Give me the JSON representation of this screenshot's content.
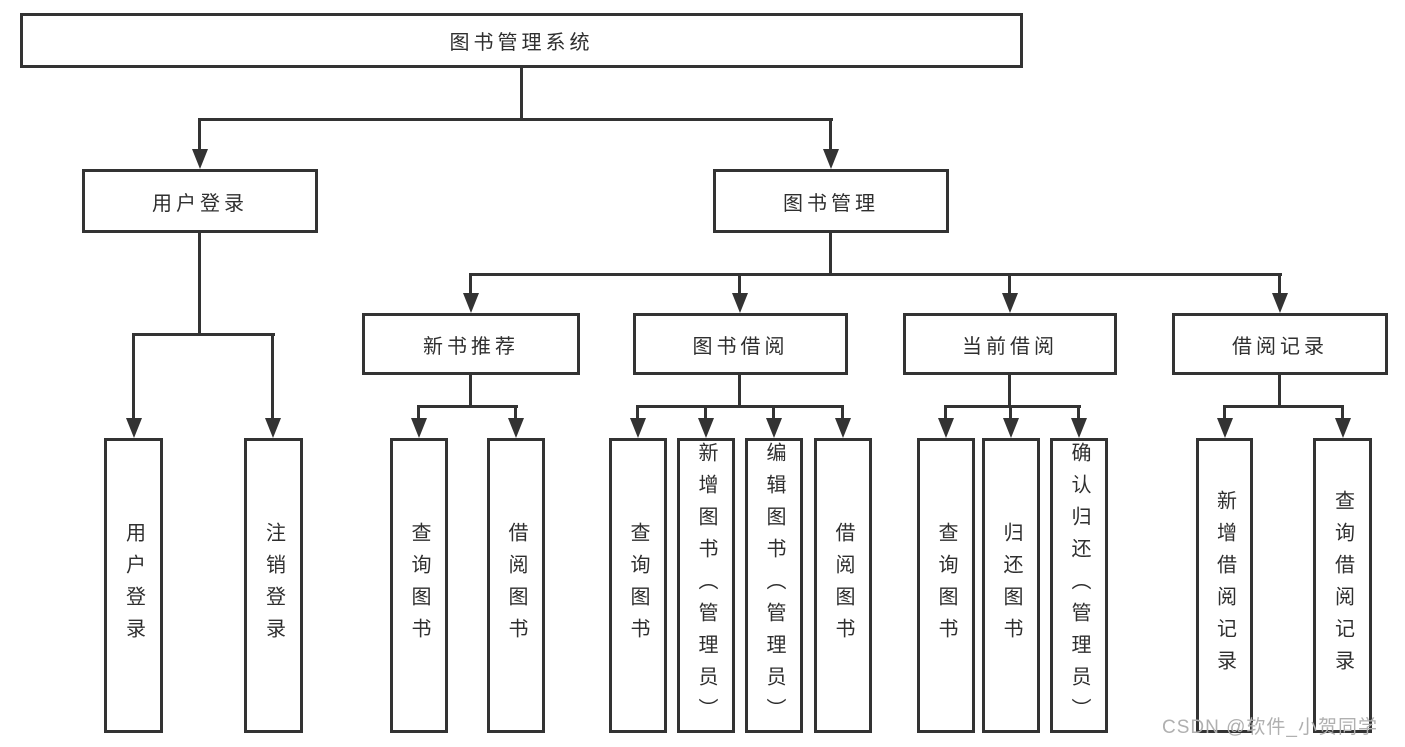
{
  "tree": {
    "root": "图书管理系统",
    "user_login": {
      "label": "用户登录",
      "children": [
        "用户登录",
        "注销登录"
      ]
    },
    "book_management": {
      "label": "图书管理",
      "sections": {
        "new_books": {
          "label": "新书推荐",
          "children": [
            "查询图书",
            "借阅图书"
          ]
        },
        "book_borrowing": {
          "label": "图书借阅",
          "children": [
            "查询图书",
            "新增图书（管理员）",
            "编辑图书（管理员）",
            "借阅图书"
          ]
        },
        "current_borrowing": {
          "label": "当前借阅",
          "children": [
            "查询图书",
            "归还图书",
            "确认归还（管理员）"
          ]
        },
        "borrowing_records": {
          "label": "借阅记录",
          "children": [
            "新增借阅记录",
            "查询借阅记录"
          ]
        }
      }
    }
  },
  "watermark": "CSDN @软件_小贺同学",
  "colors": {
    "line": "#333333",
    "text": "#2f2f2f",
    "watermark": "#b0b0b0",
    "background": "#ffffff"
  }
}
